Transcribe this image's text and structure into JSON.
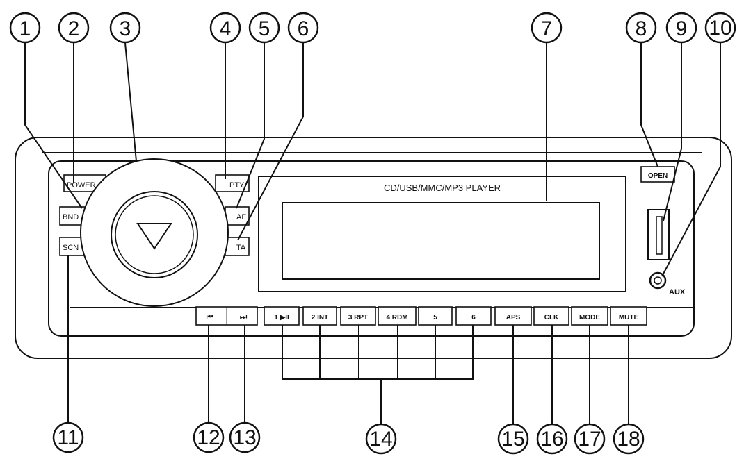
{
  "device": {
    "display_title": "CD/USB/MMC/MP3 PLAYER",
    "aux_label": "AUX"
  },
  "buttons": {
    "power": "POWER",
    "bnd": "BND",
    "scn": "SCN",
    "pty": "PTY",
    "af": "AF",
    "ta": "TA",
    "open": "OPEN",
    "prev": "⏮",
    "next": "⏭",
    "preset1": "1 ▶II",
    "preset2": "2 INT",
    "preset3": "3 RPT",
    "preset4": "4 RDM",
    "preset5": "5",
    "preset6": "6",
    "aps": "APS",
    "clk": "CLK",
    "mode": "MODE",
    "mute": "MUTE"
  },
  "callouts": [
    "1",
    "2",
    "3",
    "4",
    "5",
    "6",
    "7",
    "8",
    "9",
    "10",
    "11",
    "12",
    "13",
    "14",
    "15",
    "16",
    "17",
    "18"
  ],
  "colors": {
    "line": "#111111",
    "background": "#ffffff"
  }
}
